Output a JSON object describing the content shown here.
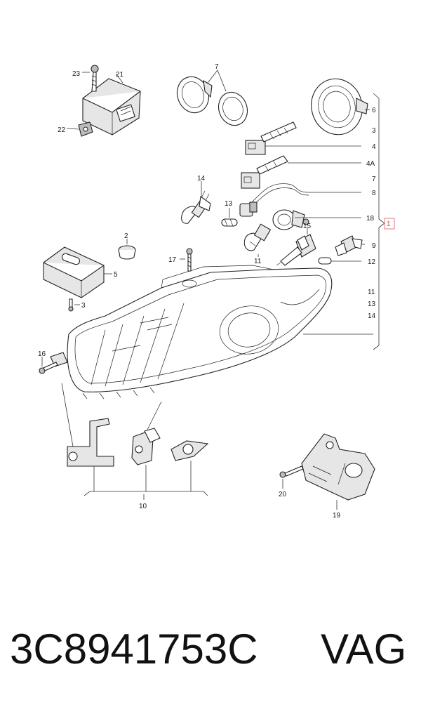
{
  "callouts": {
    "c1": "1",
    "c2": "2",
    "c3": "3",
    "c3b": "3",
    "c4": "4",
    "c4a": "4A",
    "c5": "5",
    "c6": "6",
    "c7": "7",
    "c7b": "7",
    "c8": "8",
    "c9": "9",
    "c10": "10",
    "c11": "11",
    "c11b": "11",
    "c12": "12",
    "c13": "13",
    "c13b": "13",
    "c14": "14",
    "c14b": "14",
    "c15": "15",
    "c16": "16",
    "c17": "17",
    "c18": "18",
    "c19": "19",
    "c20": "20",
    "c21": "21",
    "c22": "22",
    "c23": "23"
  },
  "caption": {
    "part_number": "3C8941753C",
    "brand": "VAG"
  },
  "colors": {
    "ink": "#222222",
    "highlight_box": "#e07070"
  }
}
